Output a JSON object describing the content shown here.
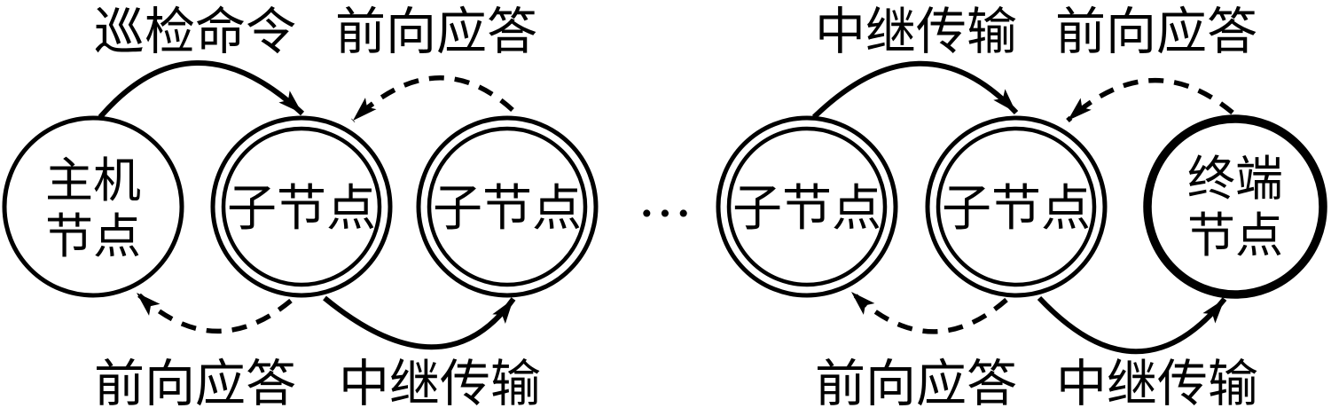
{
  "colors": {
    "background": "#ffffff",
    "ink": "#000000"
  },
  "nodes": {
    "host": {
      "name": "主机节点",
      "line1": "主机",
      "line2": "节点",
      "shape": "single-circle"
    },
    "child1": {
      "name": "子节点",
      "shape": "double-circle"
    },
    "child2": {
      "name": "子节点",
      "shape": "double-circle"
    },
    "child3": {
      "name": "子节点",
      "shape": "double-circle"
    },
    "child4": {
      "name": "子节点",
      "shape": "double-circle"
    },
    "terminal": {
      "name": "终端节点",
      "line1": "终端",
      "line2": "节点",
      "shape": "bold-circle"
    }
  },
  "ellipsis": "···",
  "edges": {
    "top_left_command": {
      "label": "巡检命令",
      "from": "host",
      "to": "child1",
      "style": "solid"
    },
    "top_left_response": {
      "label": "前向应答",
      "from": "child2",
      "to": "child1",
      "style": "dashed"
    },
    "bottom_left_response": {
      "label": "前向应答",
      "from": "child1",
      "to": "host",
      "style": "dashed"
    },
    "bottom_left_relay": {
      "label": "中继传输",
      "from": "child1",
      "to": "child2",
      "style": "solid"
    },
    "top_right_relay": {
      "label": "中继传输",
      "from": "child3",
      "to": "child4",
      "style": "solid"
    },
    "top_right_response": {
      "label": "前向应答",
      "from": "terminal",
      "to": "child4",
      "style": "dashed"
    },
    "bottom_right_response": {
      "label": "前向应答",
      "from": "child4",
      "to": "child3",
      "style": "dashed"
    },
    "bottom_right_relay": {
      "label": "中继传输",
      "from": "child4",
      "to": "terminal",
      "style": "solid"
    }
  }
}
